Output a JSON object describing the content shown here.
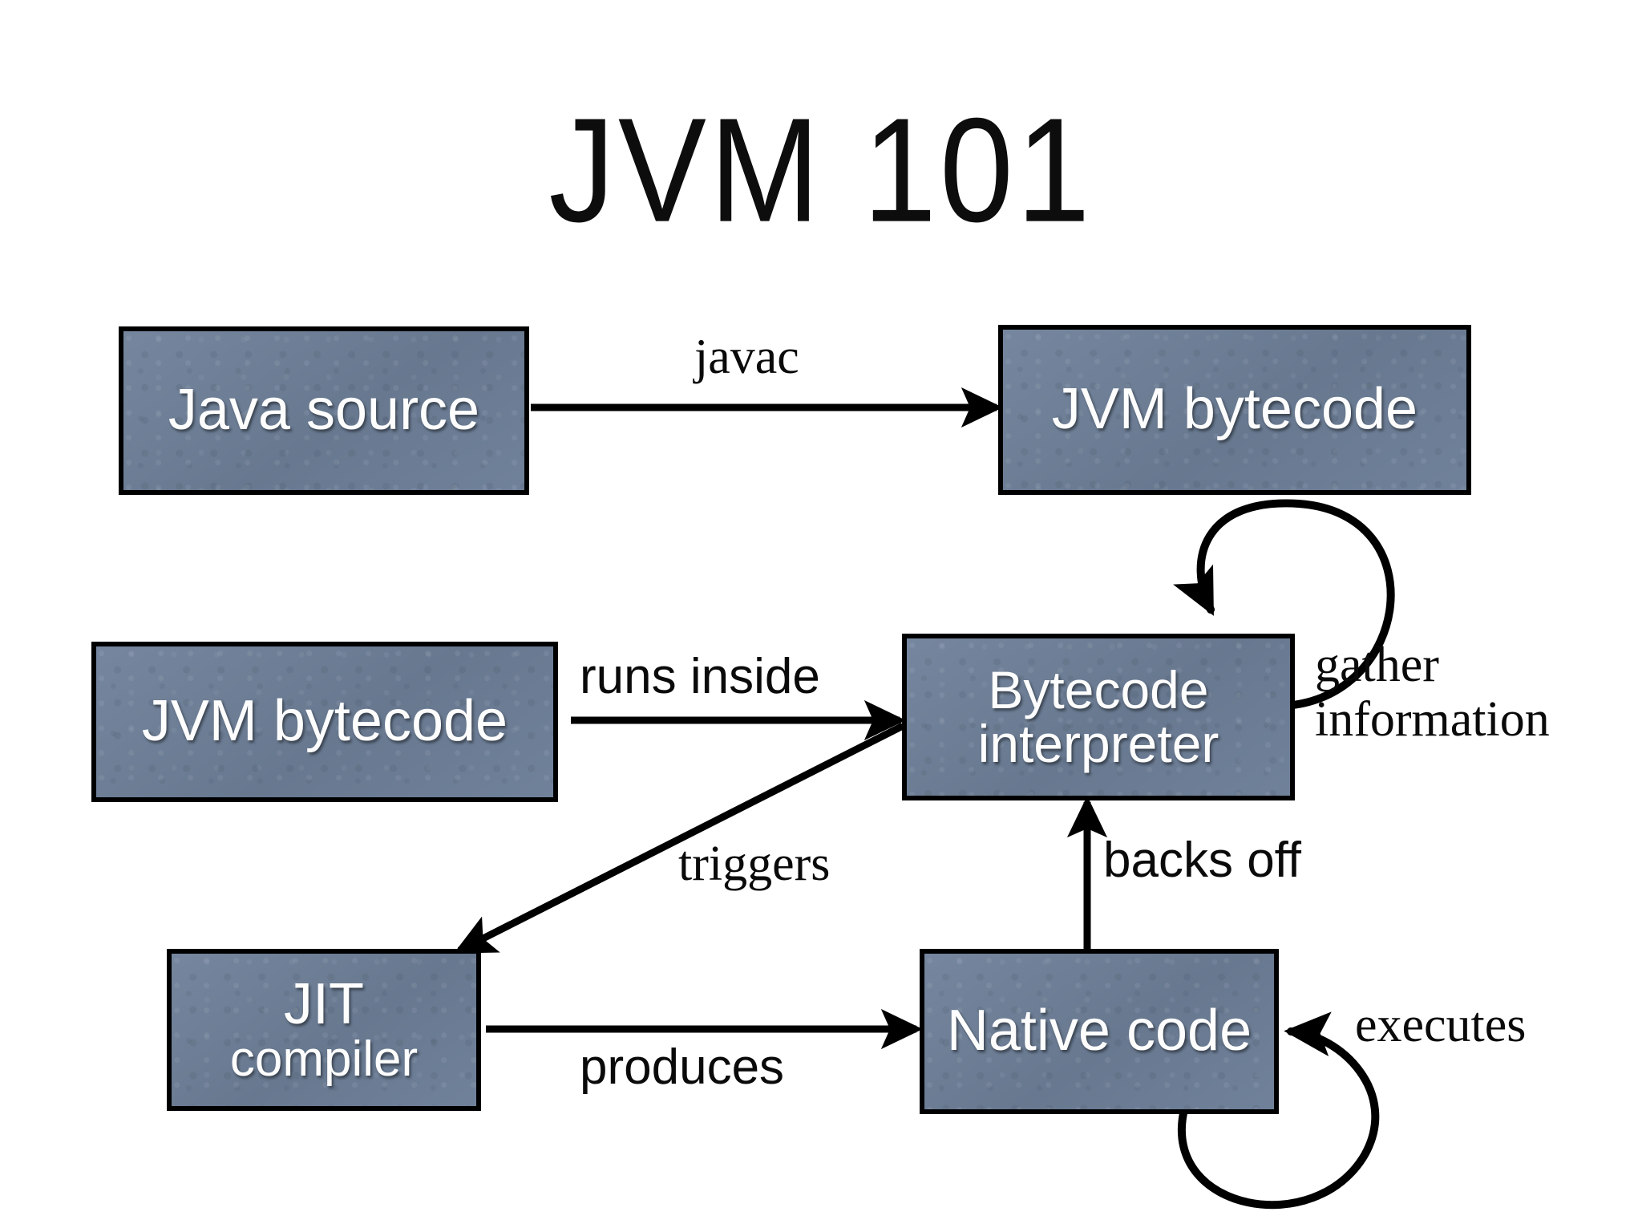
{
  "slide": {
    "title": "JVM 101",
    "background_color": "#ffffff",
    "box_fill_color": "#6c7d96",
    "box_border_color": "#000000",
    "box_text_color": "#ffffff",
    "label_text_color": "#0a0a0a"
  },
  "nodes": [
    {
      "id": "java-source",
      "label": "Java source",
      "label2": ""
    },
    {
      "id": "jvm-bytecode-top",
      "label": "JVM bytecode",
      "label2": ""
    },
    {
      "id": "jvm-bytecode-mid",
      "label": "JVM bytecode",
      "label2": ""
    },
    {
      "id": "bytecode-interpreter",
      "label": "Bytecode",
      "label2": "interpreter"
    },
    {
      "id": "jit-compiler",
      "label": "JIT",
      "label2": "compiler"
    },
    {
      "id": "native-code",
      "label": "Native code",
      "label2": ""
    }
  ],
  "edges": [
    {
      "id": "javac",
      "label": "javac",
      "from": "java-source",
      "to": "jvm-bytecode-top"
    },
    {
      "id": "runs-inside",
      "label": "runs inside",
      "from": "jvm-bytecode-mid",
      "to": "bytecode-interpreter"
    },
    {
      "id": "gather-information",
      "label_line1": "gather",
      "label_line2": "information",
      "from": "bytecode-interpreter",
      "to": "bytecode-interpreter"
    },
    {
      "id": "triggers",
      "label": "triggers",
      "from": "bytecode-interpreter",
      "to": "jit-compiler"
    },
    {
      "id": "backs-off",
      "label": "backs off",
      "from": "native-code",
      "to": "bytecode-interpreter"
    },
    {
      "id": "produces",
      "label": "produces",
      "from": "jit-compiler",
      "to": "native-code"
    },
    {
      "id": "executes",
      "label": "executes",
      "from": "native-code",
      "to": "native-code"
    }
  ]
}
